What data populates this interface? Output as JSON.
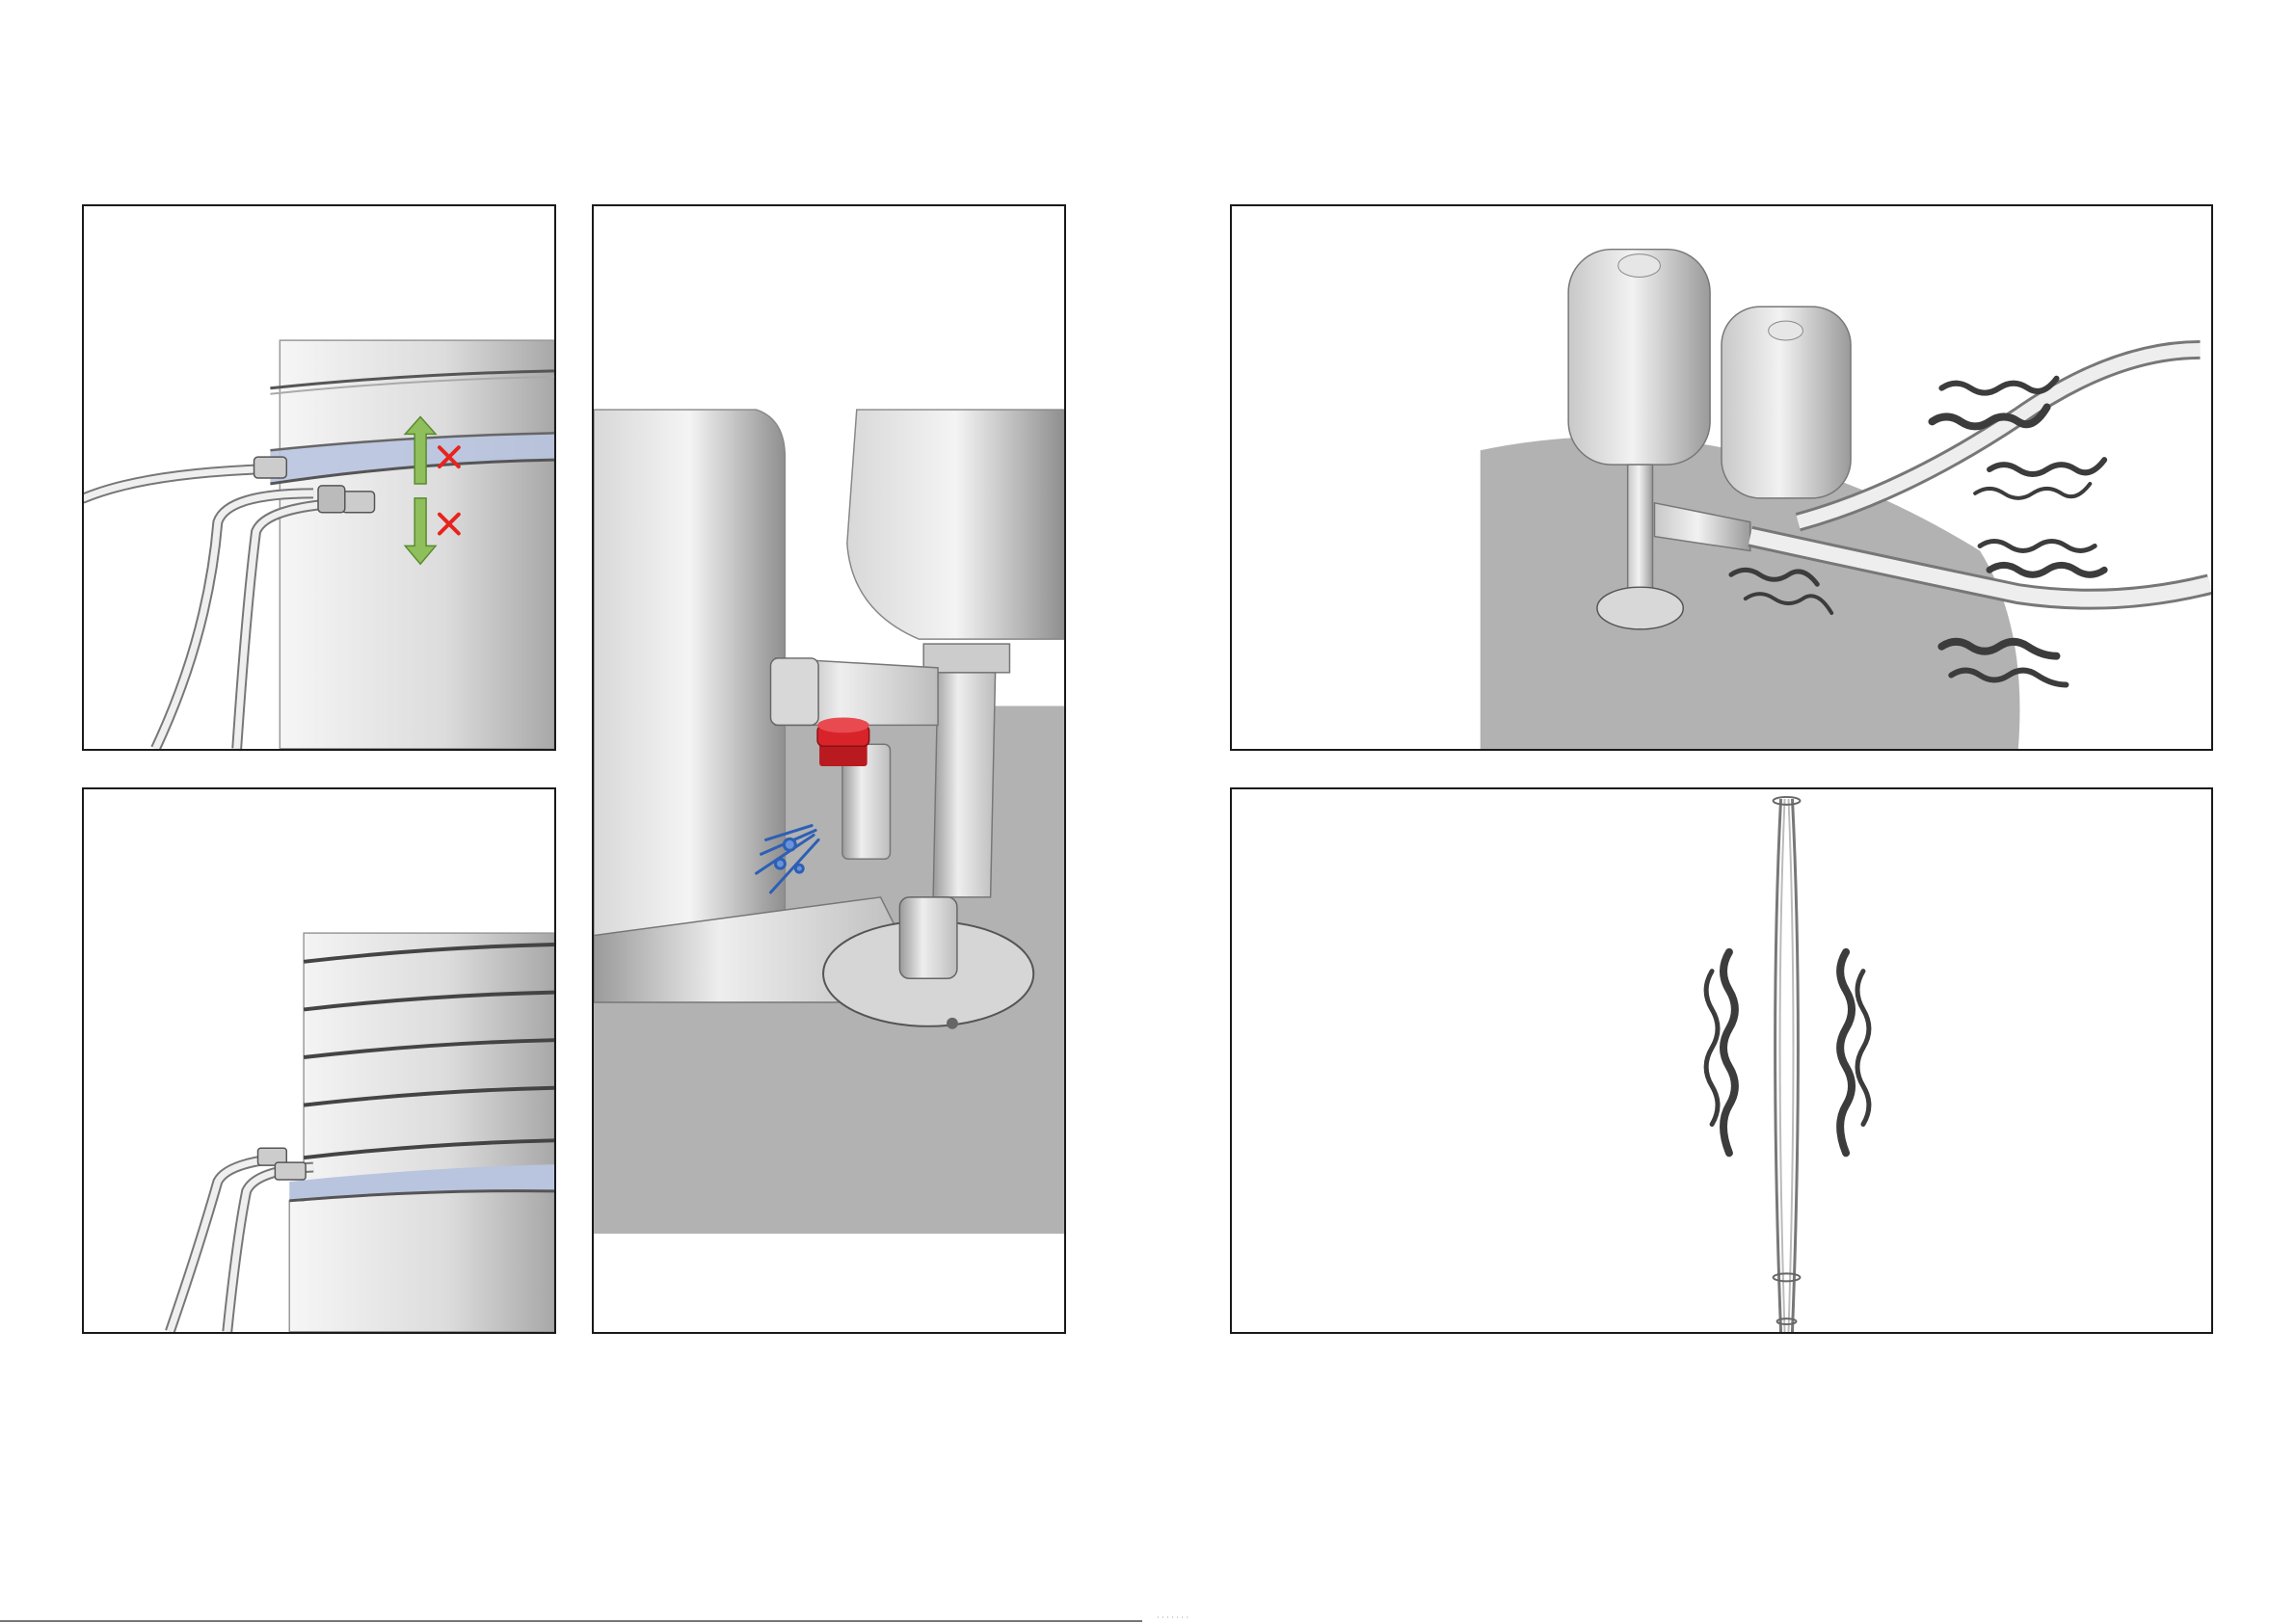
{
  "figure": {
    "panels": [
      {
        "id": "p1",
        "name": "panel-tank-ring-seam"
      },
      {
        "id": "p2",
        "name": "panel-tank-stacked-rings"
      },
      {
        "id": "p3",
        "name": "panel-safety-valve-leak"
      },
      {
        "id": "p4",
        "name": "panel-expansion-vessels-hose-vibration"
      },
      {
        "id": "p5",
        "name": "panel-hose-vibration-closeup"
      }
    ],
    "colors": {
      "metal_light": "#eeeeee",
      "metal_dark": "#9a9a9a",
      "floor": "#b2b2b2",
      "water_band": "#b9c4df",
      "arrow_green": "#8fbf5a",
      "cross_red": "#e8231e",
      "valve_red": "#d8232a",
      "spray_blue": "#2d5fb5",
      "vibration_lines": "#3c3c3c"
    },
    "icons": [
      "double-arrow-up-icon",
      "double-arrow-down-icon",
      "red-cross-icon",
      "water-spray-icon",
      "vibration-lines-icon"
    ],
    "footer_text": "·  ·  ·  ·  ·  ·  ·"
  }
}
